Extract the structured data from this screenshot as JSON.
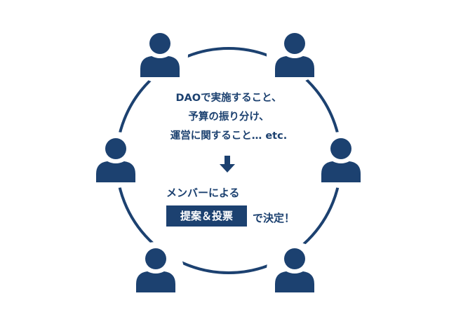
{
  "lines": [
    "DAOで実施すること、",
    "予算の振り分け、",
    "運営に関すること… etc."
  ],
  "by_members": "メンバーによる",
  "box_label": "提案＆投票",
  "decision": "で決定！",
  "colors": {
    "primary": "#1c4170"
  }
}
